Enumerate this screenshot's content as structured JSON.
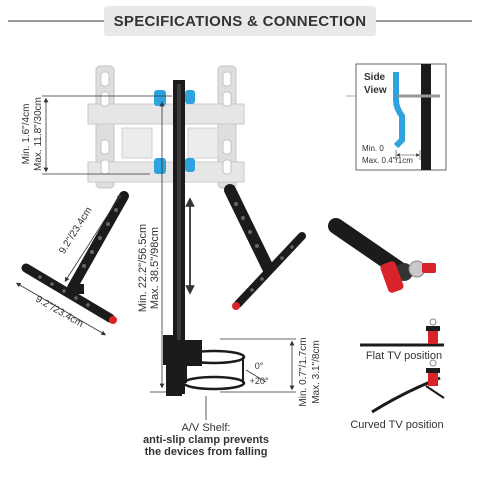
{
  "header": {
    "title": "SPECIFICATIONS & CONNECTION"
  },
  "dimensions": {
    "vertical_offset": {
      "min": "Min. 1.6\"/4cm",
      "max": "Max. 11.8\"/30cm"
    },
    "arm_length": "9.2\"/23.4cm",
    "shelf_width": "9.2\"/23.4cm",
    "pole_height": {
      "min": "Min. 22.2\"/56.5cm",
      "max": "Max. 38.5\"/98cm"
    },
    "shelf_height": {
      "min": "Min. 0.7\"/1.7cm",
      "max": "Max. 3.1\"/8cm"
    },
    "tilt": {
      "zero": "0°",
      "plus": "+20°"
    }
  },
  "side_view": {
    "label_line1": "Side",
    "label_line2": "View",
    "min": "Min. 0",
    "max": "Max. 0.4\"/1cm"
  },
  "av_shelf": {
    "title": "A/V Shelf:",
    "line1": "anti-slip clamp prevents",
    "line2": "the devices from falling"
  },
  "positions": {
    "flat": "Flat TV position",
    "curved": "Curved TV position"
  },
  "colors": {
    "accent_blue": "#2fa3dd",
    "accent_red": "#d8232a",
    "bracket_black": "#1b1b1b",
    "mount_grey": "#d4d4d4",
    "text_dark": "#333333"
  }
}
